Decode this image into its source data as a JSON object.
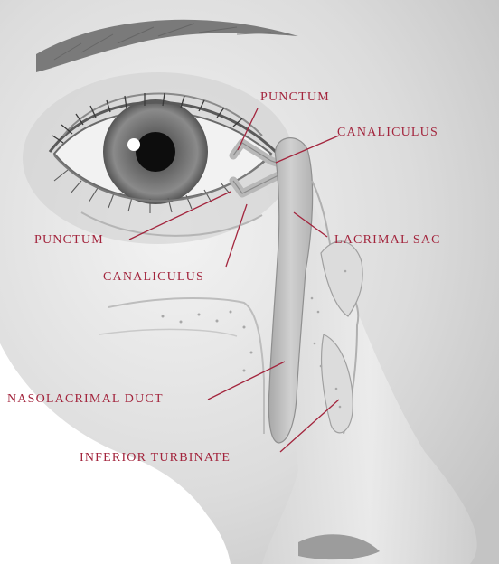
{
  "colors": {
    "label": "#a3253d",
    "leader": "#a3253d",
    "skin": "#e4e4e4",
    "duct": "#c9c9c9"
  },
  "labels": {
    "punctum_upper": "PUNCTUM",
    "canaliculus_upper": "CANALICULUS",
    "punctum_lower": "PUNCTUM",
    "lacrimal_sac": "LACRIMAL SAC",
    "canaliculus_lower": "CANALICULUS",
    "nasolacrimal_duct": "NASOLACRIMAL DUCT",
    "inferior_turbinate": "INFERIOR TURBINATE"
  }
}
